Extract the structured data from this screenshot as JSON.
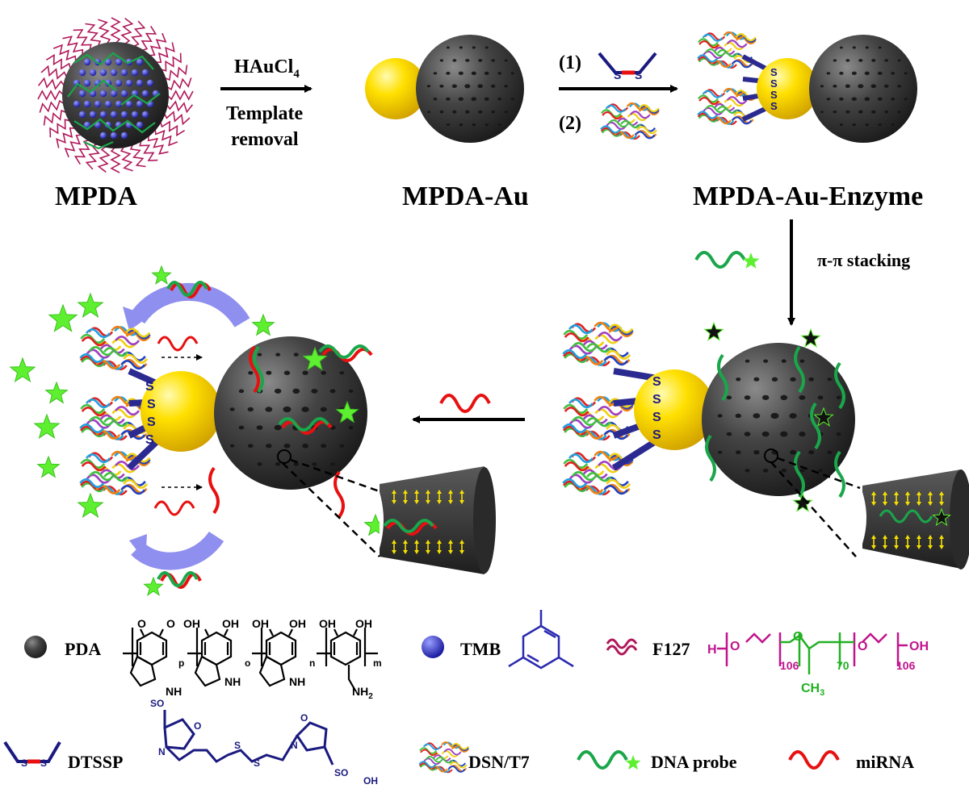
{
  "labels": {
    "mpda": "MPDA",
    "mpda_au": "MPDA-Au",
    "mpda_au_enzyme": "MPDA-Au-Enzyme",
    "haucl4": "HAuCl",
    "haucl4_sub": "4",
    "template": "Template",
    "removal": "removal",
    "step1": "(1)",
    "step2": "(2)",
    "pi_stacking": "π-π stacking"
  },
  "legend": {
    "pda": "PDA",
    "tmb": "TMB",
    "f127": "F127",
    "dtssp": "DTSSP",
    "dsn_t7": "DSN/T7",
    "dna_probe": "DNA probe",
    "mirna": "miRNA"
  },
  "chem": {
    "sulfur": "S",
    "oh": "OH",
    "o": "O",
    "nh": "NH",
    "nh2": "NH",
    "nh2_sub": "2",
    "n": "N",
    "so3h": "SO",
    "sub_p": "p",
    "sub_o": "o",
    "sub_n": "n",
    "sub_m": "m",
    "h": "H",
    "f127_sub1": "106",
    "f127_sub2": "70",
    "f127_sub3": "106",
    "ch3": "CH",
    "ch3_sub": "3"
  },
  "colors": {
    "pda_sphere": "#3a3a3a",
    "gold": "#f5d000",
    "tmb": "#2a2ab0",
    "f127": "#b0185a",
    "f127_formula": "#c0148c",
    "f127_green": "#22b022",
    "dna": "#1aa64a",
    "star": "#5ef030",
    "mirna": "#e81010",
    "linker": "#2a2a90",
    "arrow_purple": "#8f8ff0",
    "dtssp_struct": "#1a1a80"
  }
}
